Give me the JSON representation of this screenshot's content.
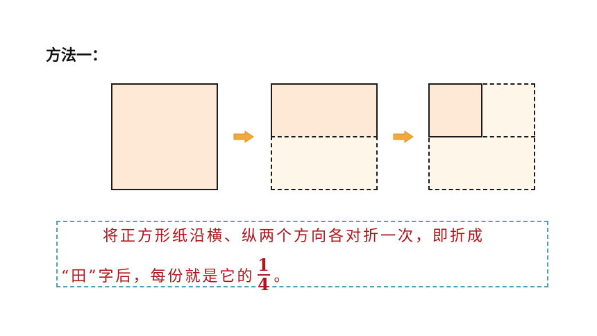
{
  "heading": "方法一：",
  "colors": {
    "paper_light": "#fde9d6",
    "paper_lighter": "#fef6e8",
    "arrow": "#f2a93b",
    "text_red": "#b3131b",
    "box_border": "#4aa3b8"
  },
  "explanation": {
    "line1": "将正方形纸沿横、纵两个方向各对折一次，即折成",
    "line2_prefix": "“田”字后，每份就是它的",
    "fraction_numerator": "1",
    "fraction_denominator": "4",
    "line2_suffix": "。"
  }
}
